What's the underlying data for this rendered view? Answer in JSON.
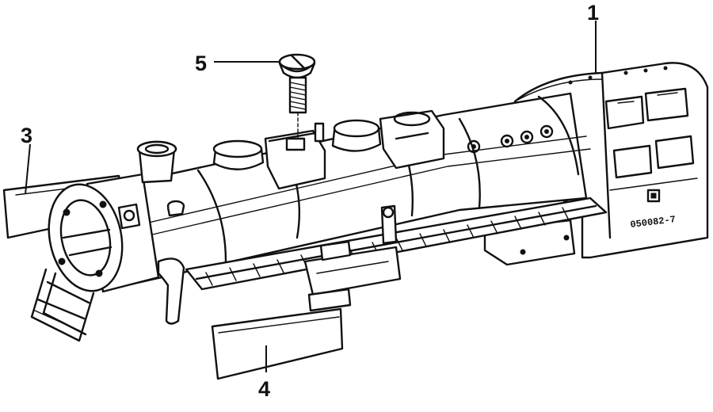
{
  "callouts": [
    {
      "id": "1",
      "text": "1"
    },
    {
      "id": "2",
      "text": "3"
    },
    {
      "id": "3",
      "text": "4"
    },
    {
      "id": "4",
      "text": "5"
    }
  ],
  "plate": {
    "number": "050082-7"
  }
}
